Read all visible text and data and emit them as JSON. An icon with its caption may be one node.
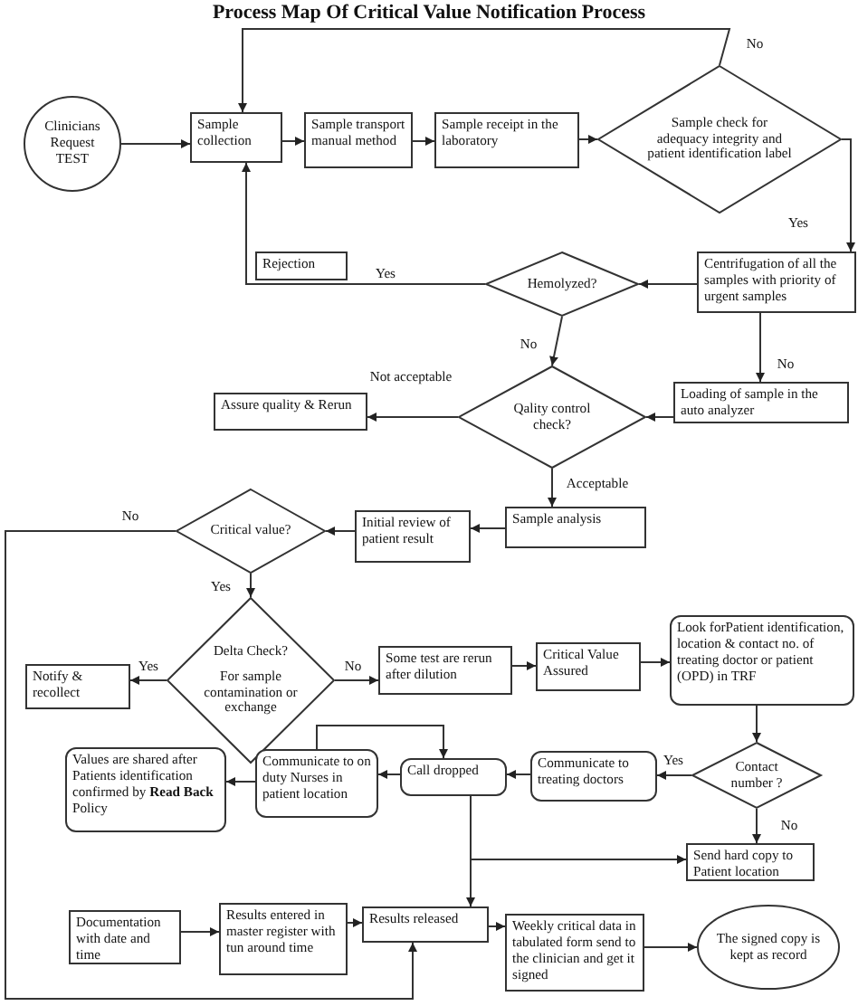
{
  "diagram": {
    "title": "Process Map Of Critical Value Notification Process",
    "nodes": [
      {
        "text": [
          "Clinicians Request TEST"
        ]
      },
      {
        "text": [
          "Sample collection"
        ]
      },
      {
        "text": [
          "Sample transport manual method"
        ]
      },
      {
        "text": [
          "Sample receipt in the laboratory"
        ]
      },
      {
        "text": [
          "Sample check for adequacy integrity and patient identification label"
        ]
      },
      {
        "text": [
          "Rejection"
        ]
      },
      {
        "text": [
          "Hemolyzed?"
        ]
      },
      {
        "text": [
          "Centrifugation of all the samples with priority of urgent samples"
        ]
      },
      {
        "text": [
          "Assure quality & Rerun"
        ]
      },
      {
        "text": [
          "Qality control check?"
        ]
      },
      {
        "text": [
          "Loading of sample in the auto analyzer"
        ]
      },
      {
        "text": [
          "Critical value?"
        ]
      },
      {
        "text": [
          "Initial review of patient result"
        ]
      },
      {
        "text": [
          "Sample analysis"
        ]
      },
      {
        "text": [
          "Notify & recollect"
        ]
      },
      {
        "text": [
          "Delta Check?",
          "For sample contamination or exchange"
        ]
      },
      {
        "text": [
          "Some test are rerun after dilution"
        ]
      },
      {
        "text": [
          "Critical Value Assured"
        ]
      },
      {
        "text": [
          "Look forPatient identification, location & contact no. of treating doctor or patient (OPD) in TRF"
        ]
      },
      {
        "text": [
          "Values are shared after Patients identification confirmed by **Read Back** Policy"
        ]
      },
      {
        "text": [
          "Communicate to on duty Nurses in patient location"
        ]
      },
      {
        "text": [
          "Call dropped"
        ]
      },
      {
        "text": [
          "Communicate to treating doctors"
        ]
      },
      {
        "text": [
          "Contact number ?"
        ]
      },
      {
        "text": [
          "Send hard copy to Patient location"
        ]
      },
      {
        "text": [
          "Documentation with date and time"
        ]
      },
      {
        "text": [
          "Results entered in master register with tun around time"
        ]
      },
      {
        "text": [
          "Results released"
        ]
      },
      {
        "text": [
          "Weekly critical data in tabulated form send to the clinician and get it signed"
        ]
      },
      {
        "text": [
          "The signed copy is kept as record"
        ]
      }
    ],
    "edges": [
      {
        "from": 0,
        "to": 1,
        "arrow": "to"
      },
      {
        "from": 1,
        "to": 2,
        "arrow": "to"
      },
      {
        "from": 2,
        "to": 3,
        "arrow": "to"
      },
      {
        "from": 3,
        "to": 4,
        "arrow": "to"
      },
      {
        "from": 4,
        "to": 1,
        "arrow": "to",
        "label": "No"
      },
      {
        "from": 4,
        "to": 7,
        "arrow": "to",
        "label": "Yes"
      },
      {
        "from": 7,
        "to": 6,
        "arrow": "to"
      },
      {
        "from": 6,
        "to": 1,
        "arrow": "to",
        "label": "Yes"
      },
      {
        "from": 6,
        "to": 9,
        "arrow": "to",
        "label": "No"
      },
      {
        "from": 7,
        "to": 10,
        "arrow": "to",
        "label": "No"
      },
      {
        "from": 10,
        "to": 9,
        "arrow": "to"
      },
      {
        "from": 9,
        "to": 8,
        "arrow": "to",
        "label": "Not acceptable"
      },
      {
        "from": 9,
        "to": 13,
        "arrow": "to",
        "label": "Acceptable"
      },
      {
        "from": 13,
        "to": 12,
        "arrow": "to"
      },
      {
        "from": 12,
        "to": 11,
        "arrow": "to"
      },
      {
        "from": 11,
        "to": 15,
        "arrow": "to",
        "label": "Yes"
      },
      {
        "from": 11,
        "to": 27,
        "arrow": "to",
        "label": "No"
      },
      {
        "from": 15,
        "to": 14,
        "arrow": "to",
        "label": "Yes"
      },
      {
        "from": 15,
        "to": 16,
        "arrow": "to",
        "label": "No"
      },
      {
        "from": 16,
        "to": 17,
        "arrow": "to"
      },
      {
        "from": 17,
        "to": 18,
        "arrow": "to"
      },
      {
        "from": 18,
        "to": 23,
        "arrow": "to"
      },
      {
        "from": 23,
        "to": 22,
        "arrow": "to",
        "label": "Yes"
      },
      {
        "from": 23,
        "to": 24,
        "arrow": "to",
        "label": "No"
      },
      {
        "from": 22,
        "to": 21,
        "arrow": "to"
      },
      {
        "from": 21,
        "to": 20,
        "arrow": "to"
      },
      {
        "from": 20,
        "to": 19,
        "arrow": "to"
      },
      {
        "from": 20,
        "to": 21,
        "arrow": "to"
      },
      {
        "from": 21,
        "to": 27,
        "arrow": "to"
      },
      {
        "from": 21,
        "to": 24,
        "arrow": "to"
      },
      {
        "from": 25,
        "to": 26,
        "arrow": "to"
      },
      {
        "from": 26,
        "to": 27,
        "arrow": "to"
      },
      {
        "from": 27,
        "to": 28,
        "arrow": "to"
      },
      {
        "from": 28,
        "to": 29,
        "arrow": "to"
      }
    ]
  }
}
